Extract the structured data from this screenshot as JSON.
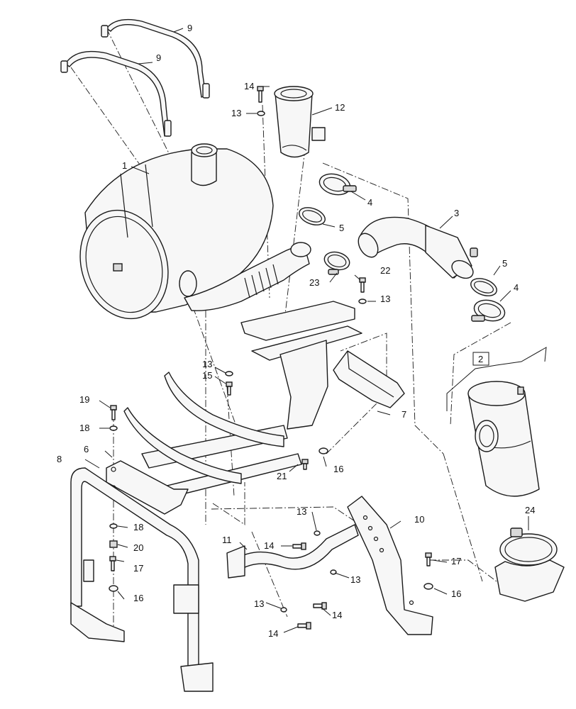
{
  "callouts": {
    "c1": "1",
    "c2": "2",
    "c3": "3",
    "c4a": "4",
    "c4b": "4",
    "c5a": "5",
    "c5b": "5",
    "c6": "6",
    "c7": "7",
    "c8": "8",
    "c9a": "9",
    "c9b": "9",
    "c10": "10",
    "c11": "11",
    "c12": "12",
    "c13a": "13",
    "c13b": "13",
    "c13c": "13",
    "c13d": "13",
    "c13e": "13",
    "c13f": "13",
    "c14a": "14",
    "c14b": "14",
    "c14c": "14",
    "c14d": "14",
    "c15": "15",
    "c16a": "16",
    "c16b": "16",
    "c16c": "16",
    "c17a": "17",
    "c17b": "17",
    "c18a": "18",
    "c18b": "18",
    "c19": "19",
    "c20": "20",
    "c21": "21",
    "c22": "22",
    "c23": "23",
    "c24": "24"
  }
}
